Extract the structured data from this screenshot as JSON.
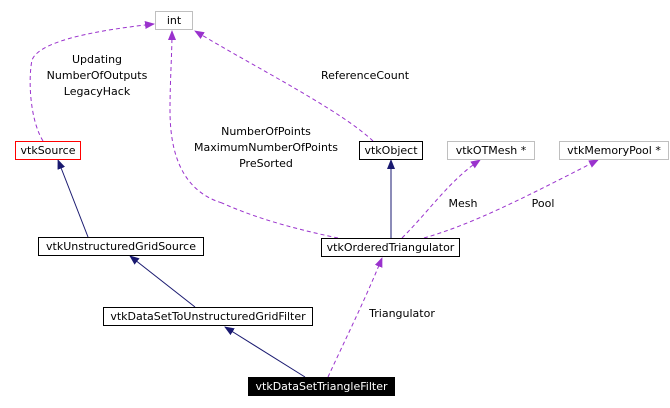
{
  "nodes": {
    "int": "int",
    "vtkSource": "vtkSource",
    "vtkObject": "vtkObject",
    "vtkOTMesh": "vtkOTMesh *",
    "vtkMemoryPool": "vtkMemoryPool *",
    "vtkUnstructuredGridSource": "vtkUnstructuredGridSource",
    "vtkOrderedTriangulator": "vtkOrderedTriangulator",
    "vtkDataSetToUnstructuredGridFilter": "vtkDataSetToUnstructuredGridFilter",
    "vtkDataSetTriangleFilter": "vtkDataSetTriangleFilter"
  },
  "edge_labels": {
    "source_int": [
      "Updating",
      "NumberOfOutputs",
      "LegacyHack"
    ],
    "object_int": "ReferenceCount",
    "triangulator_int": [
      "NumberOfPoints",
      "MaximumNumberOfPoints",
      "PreSorted"
    ],
    "mesh": "Mesh",
    "pool": "Pool",
    "triangulator": "Triangulator"
  },
  "colors": {
    "inheritance": "#191970",
    "usage": "#9a32cd",
    "external_border": "#bfbfbf",
    "highlight_border": "#ff0000"
  }
}
